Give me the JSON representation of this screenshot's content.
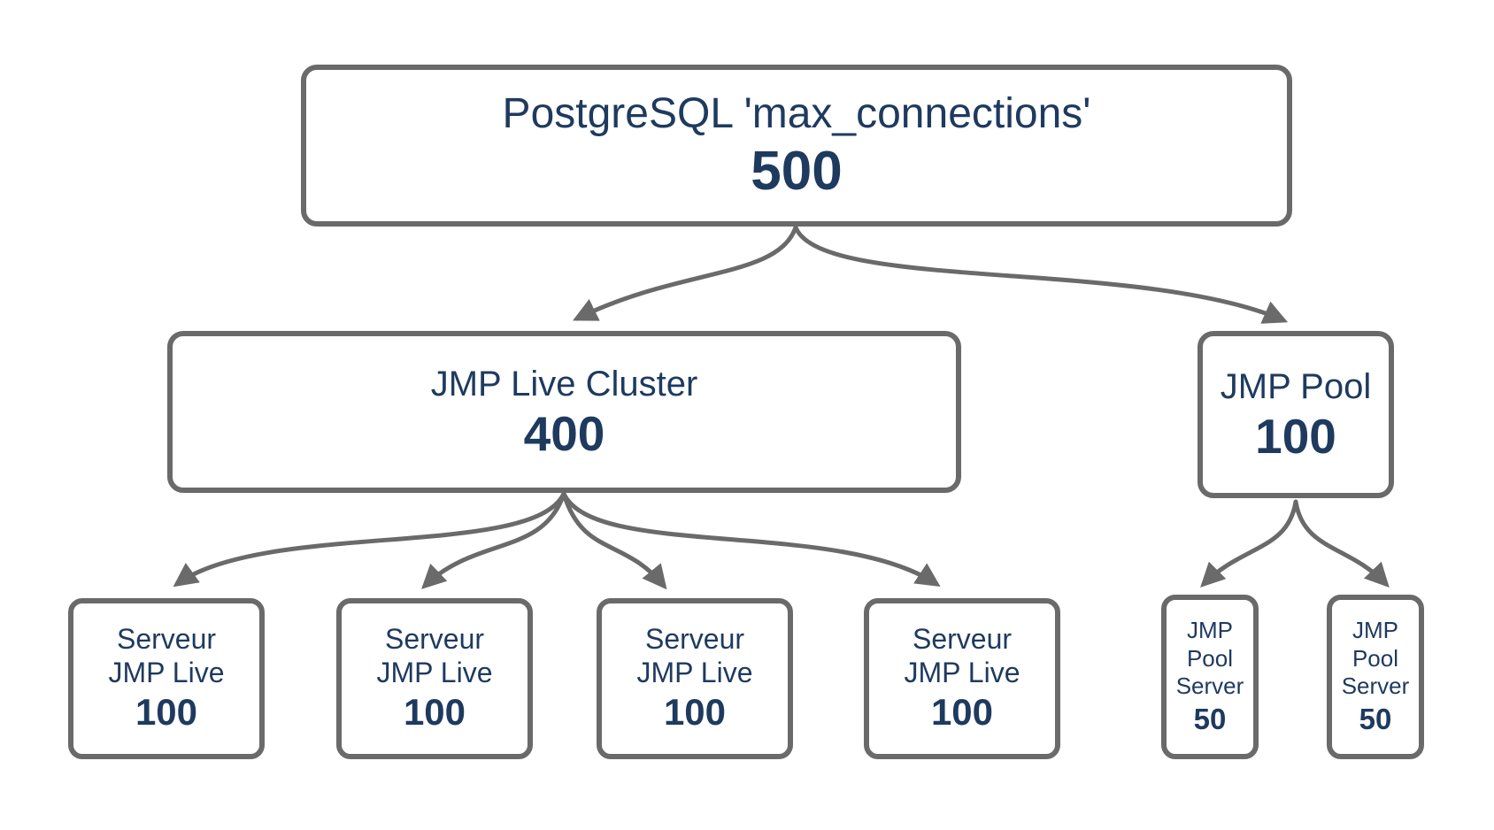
{
  "diagram": {
    "type": "hierarchy",
    "colors": {
      "background": "#ffffff",
      "node_border": "#6a6a6a",
      "arrow": "#6a6a6a",
      "text": "#1e3a5f"
    },
    "nodes": {
      "root": {
        "label": "PostgreSQL 'max_connections'",
        "value": "500"
      },
      "cluster": {
        "label": "JMP Live Cluster",
        "value": "400"
      },
      "pool": {
        "label": "JMP Pool",
        "value": "100"
      },
      "live_servers": [
        {
          "label": "Serveur\nJMP Live",
          "value": "100"
        },
        {
          "label": "Serveur\nJMP Live",
          "value": "100"
        },
        {
          "label": "Serveur\nJMP Live",
          "value": "100"
        },
        {
          "label": "Serveur\nJMP Live",
          "value": "100"
        }
      ],
      "pool_servers": [
        {
          "label": "JMP\nPool\nServer",
          "value": "50"
        },
        {
          "label": "JMP\nPool\nServer",
          "value": "50"
        }
      ]
    },
    "edges": [
      {
        "from": "root",
        "to": "cluster"
      },
      {
        "from": "root",
        "to": "pool"
      },
      {
        "from": "cluster",
        "to": "live_servers.0"
      },
      {
        "from": "cluster",
        "to": "live_servers.1"
      },
      {
        "from": "cluster",
        "to": "live_servers.2"
      },
      {
        "from": "cluster",
        "to": "live_servers.3"
      },
      {
        "from": "pool",
        "to": "pool_servers.0"
      },
      {
        "from": "pool",
        "to": "pool_servers.1"
      }
    ]
  }
}
